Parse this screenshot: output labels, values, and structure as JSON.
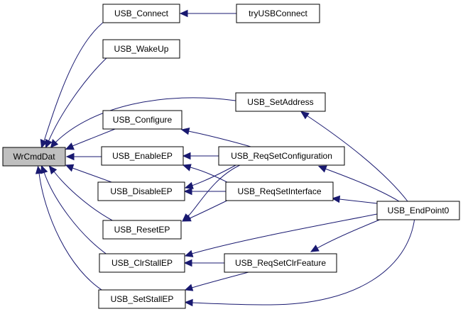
{
  "diagram": {
    "colors": {
      "edge": "#191970",
      "node_border": "#000000",
      "root_fill": "#bfbfbf",
      "node_fill": "#ffffff"
    },
    "nodes": {
      "wrcmddat": "WrCmdDat",
      "usb_connect": "USB_Connect",
      "tryusbconnect": "tryUSBConnect",
      "usb_wakeup": "USB_WakeUp",
      "usb_setaddress": "USB_SetAddress",
      "usb_configure": "USB_Configure",
      "usb_enableep": "USB_EnableEP",
      "usb_reqsetconfiguration": "USB_ReqSetConfiguration",
      "usb_disableep": "USB_DisableEP",
      "usb_reqsetinterface": "USB_ReqSetInterface",
      "usb_endpoint0": "USB_EndPoint0",
      "usb_resetep": "USB_ResetEP",
      "usb_clrstallep": "USB_ClrStallEP",
      "usb_reqsetclrfeature": "USB_ReqSetClrFeature",
      "usb_setstallep": "USB_SetStallEP"
    },
    "edges": [
      {
        "from": "usb_connect",
        "to": "wrcmddat"
      },
      {
        "from": "usb_wakeup",
        "to": "wrcmddat"
      },
      {
        "from": "usb_setaddress",
        "to": "wrcmddat"
      },
      {
        "from": "usb_configure",
        "to": "wrcmddat"
      },
      {
        "from": "usb_enableep",
        "to": "wrcmddat"
      },
      {
        "from": "usb_disableep",
        "to": "wrcmddat"
      },
      {
        "from": "usb_resetep",
        "to": "wrcmddat"
      },
      {
        "from": "usb_clrstallep",
        "to": "wrcmddat"
      },
      {
        "from": "usb_setstallep",
        "to": "wrcmddat"
      },
      {
        "from": "tryusbconnect",
        "to": "usb_connect"
      },
      {
        "from": "usb_endpoint0",
        "to": "usb_setaddress"
      },
      {
        "from": "usb_reqsetconfiguration",
        "to": "usb_configure"
      },
      {
        "from": "usb_reqsetconfiguration",
        "to": "usb_enableep"
      },
      {
        "from": "usb_reqsetconfiguration",
        "to": "usb_disableep"
      },
      {
        "from": "usb_reqsetconfiguration",
        "to": "usb_resetep"
      },
      {
        "from": "usb_reqsetinterface",
        "to": "usb_enableep"
      },
      {
        "from": "usb_reqsetinterface",
        "to": "usb_disableep"
      },
      {
        "from": "usb_reqsetinterface",
        "to": "usb_resetep"
      },
      {
        "from": "usb_endpoint0",
        "to": "usb_reqsetconfiguration"
      },
      {
        "from": "usb_endpoint0",
        "to": "usb_reqsetinterface"
      },
      {
        "from": "usb_endpoint0",
        "to": "usb_reqsetclrfeature"
      },
      {
        "from": "usb_reqsetclrfeature",
        "to": "usb_clrstallep"
      },
      {
        "from": "usb_reqsetclrfeature",
        "to": "usb_setstallep"
      },
      {
        "from": "usb_endpoint0",
        "to": "usb_clrstallep"
      },
      {
        "from": "usb_endpoint0",
        "to": "usb_setstallep"
      }
    ]
  }
}
